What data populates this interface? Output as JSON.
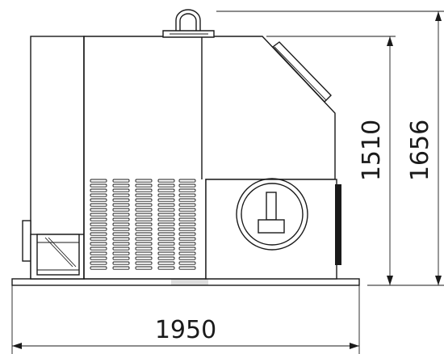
{
  "drawing": {
    "dimension_width": "1950",
    "dimension_height_body": "1510",
    "dimension_height_total": "1656"
  },
  "colors": {
    "line": "#1a1a1a",
    "background": "#ffffff"
  }
}
